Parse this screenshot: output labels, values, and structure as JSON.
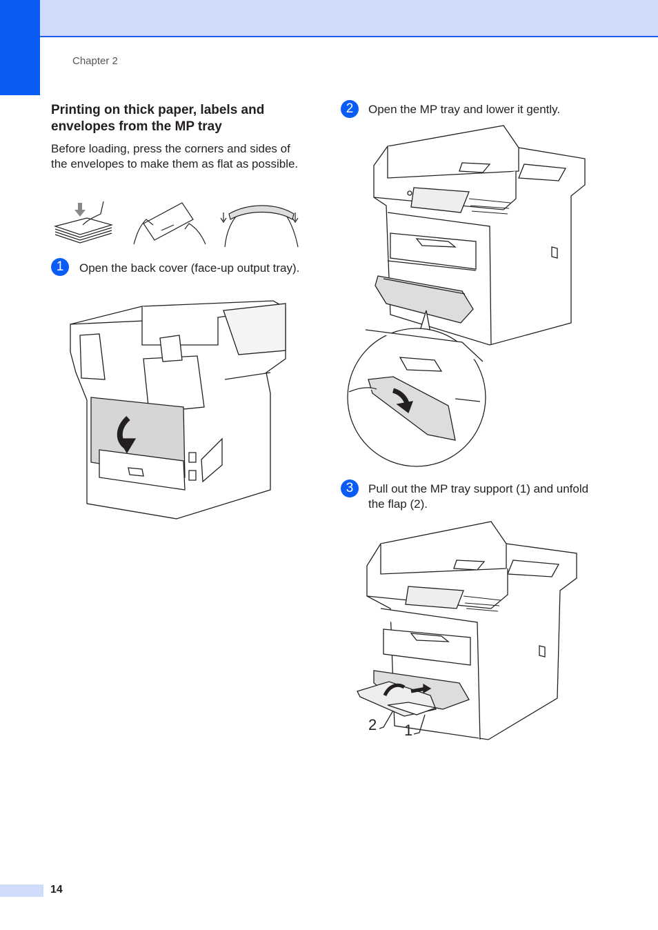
{
  "header": {
    "chapter": "Chapter 2"
  },
  "section": {
    "title": "Printing on thick paper, labels and envelopes from the MP tray",
    "intro": "Before loading, press the corners and sides of the envelopes to make them as flat as possible."
  },
  "steps": [
    {
      "number": "1",
      "text": "Open the back cover (face-up output tray)."
    },
    {
      "number": "2",
      "text": "Open the MP tray and lower it gently."
    },
    {
      "number": "3",
      "text": "Pull out the MP tray support (1) and unfold the flap (2)."
    }
  ],
  "figures": {
    "callout_1": "1",
    "callout_2": "2"
  },
  "footer": {
    "page_number": "14"
  },
  "colors": {
    "accent": "#0a5cf5",
    "band": "#cfdcfb"
  }
}
